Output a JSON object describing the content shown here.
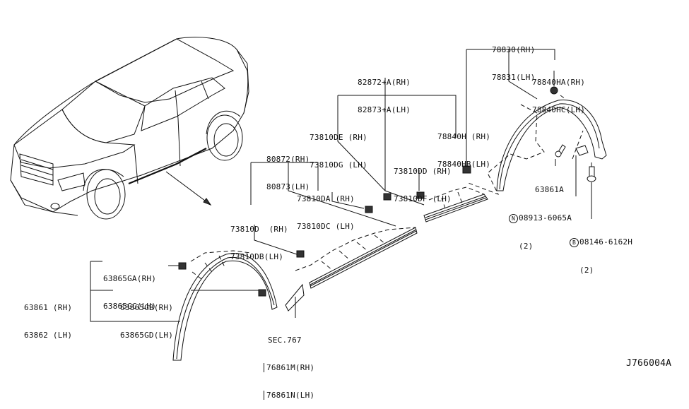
{
  "diagram": {
    "figure_id": "J766004A",
    "callouts": {
      "wheel_arch_rear": {
        "rh": "78830(RH)",
        "lh": "78831(LH)"
      },
      "clip_rear_top": {
        "rh": "78840HA(RH)",
        "lh": "78840HC(LH)"
      },
      "clip_rear_front": {
        "rh": "78840H (RH)",
        "lh": "78840HB(LH)"
      },
      "rear_screw": {
        "part": "63861A"
      },
      "nut": {
        "prefix": "N",
        "part": "08913-6065A",
        "qty": "(2)"
      },
      "bolt": {
        "prefix": "B",
        "part": "08146-6162H",
        "qty": "(2)"
      },
      "molding_rear": {
        "rh": "82872+A(RH)",
        "lh": "82873+A(LH)"
      },
      "clip_de": {
        "rh": "73810DE (RH)",
        "lh": "73810DG (LH)"
      },
      "clip_dd": {
        "rh": "73810DD (RH)",
        "lh": "73810DF (LH)"
      },
      "molding_front": {
        "rh": "80872(RH)",
        "lh": "80873(LH)"
      },
      "clip_da": {
        "rh": "73810DA (RH)",
        "lh": "73810DC (LH)"
      },
      "clip_d": {
        "rh": "73810D  (RH)",
        "lh": "73810DB(LH)"
      },
      "clip_front_ga": {
        "rh": "63865GA(RH)",
        "lh": "63865GC(LH)"
      },
      "wheel_arch_front": {
        "rh": "63861 (RH)",
        "lh": "63862 (LH)"
      },
      "clip_front_gb": {
        "rh": "63865GB(RH)",
        "lh": "63865GD(LH)"
      },
      "mud_guard": {
        "section": "SEC.767",
        "rh": "76861M(RH)",
        "lh": "76861N(LH)"
      }
    }
  }
}
